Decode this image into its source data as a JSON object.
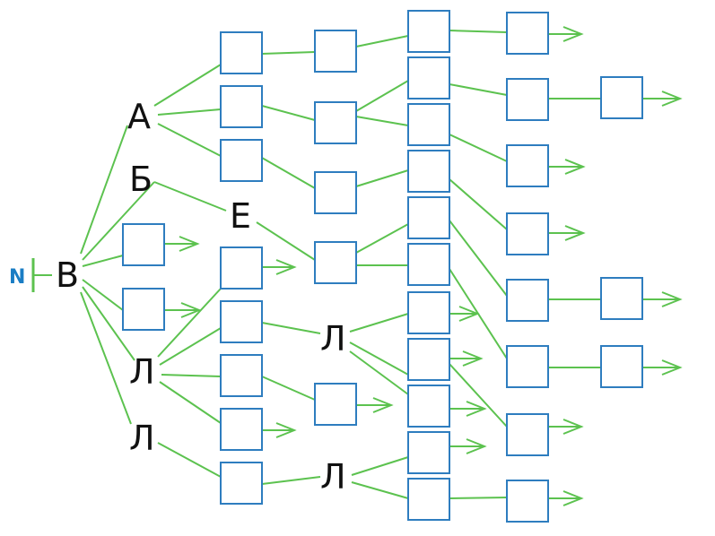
{
  "diagram": {
    "start_label": "N",
    "labels": {
      "root": "В",
      "a": "А",
      "b": "Б",
      "e": "Е",
      "l1": "Л",
      "l2": "Л",
      "l3": "Л",
      "l4": "Л"
    }
  },
  "colors": {
    "edge": "#5cc24f",
    "box": "#2e7dbf",
    "start": "#1a7dc4",
    "label": "#111111"
  }
}
